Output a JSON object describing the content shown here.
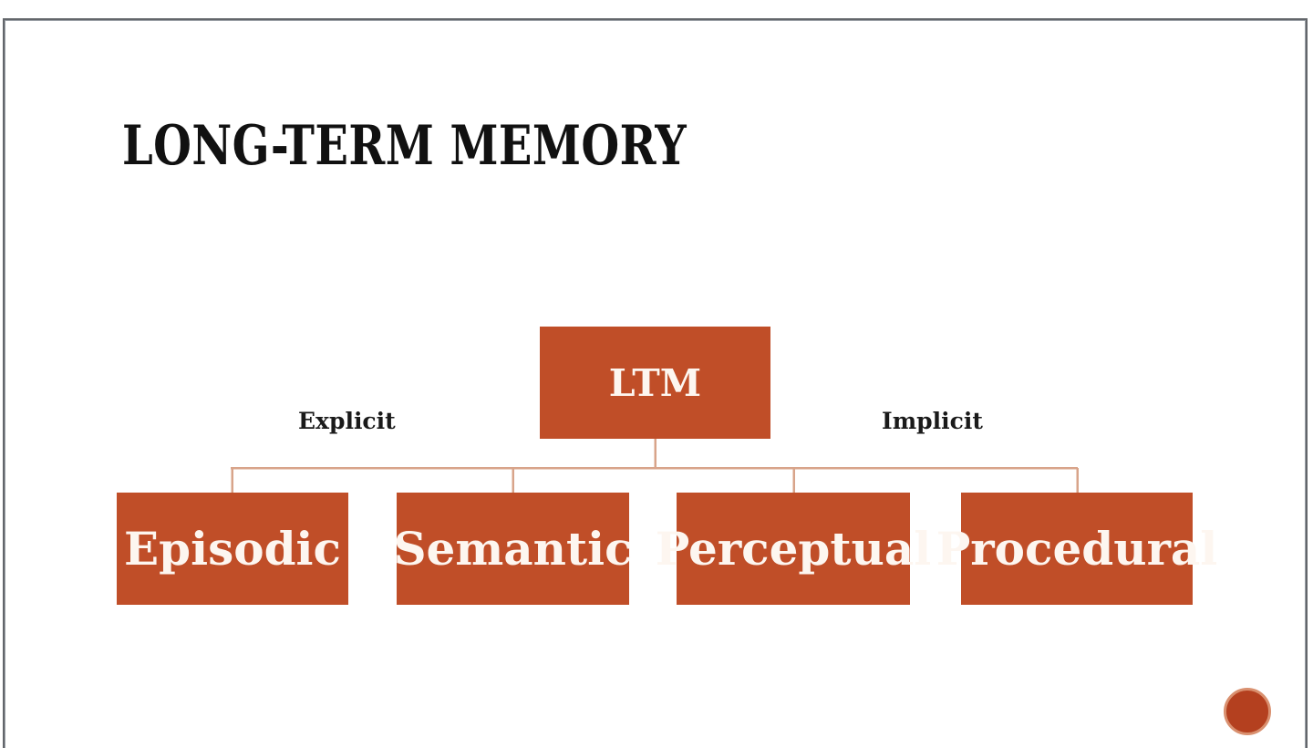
{
  "slide": {
    "title": "LONG-TERM MEMORY",
    "background_color": "#ffffff",
    "frame_color": "#63666b"
  },
  "theme": {
    "box_fill": "#c04e28",
    "box_text": "#fdf6f0",
    "connector_color": "#d8a48a",
    "label_text": "#1a1a1a",
    "dot_fill": "#b4401f",
    "dot_ring": "#d9906f"
  },
  "diagram": {
    "type": "tree",
    "root": {
      "id": "ltm",
      "label": "LTM"
    },
    "branch_labels": [
      {
        "id": "explicit",
        "label": "Explicit"
      },
      {
        "id": "implicit",
        "label": "Implicit"
      }
    ],
    "leaves": [
      {
        "id": "episodic",
        "label": "Episodic",
        "branch": "explicit"
      },
      {
        "id": "semantic",
        "label": "Semantic",
        "branch": "explicit"
      },
      {
        "id": "perceptual",
        "label": "Perceptual",
        "branch": "implicit"
      },
      {
        "id": "procedural",
        "label": "Procedural",
        "branch": "implicit"
      }
    ]
  },
  "decoration": {
    "corner_dot": "bullet-dot"
  }
}
